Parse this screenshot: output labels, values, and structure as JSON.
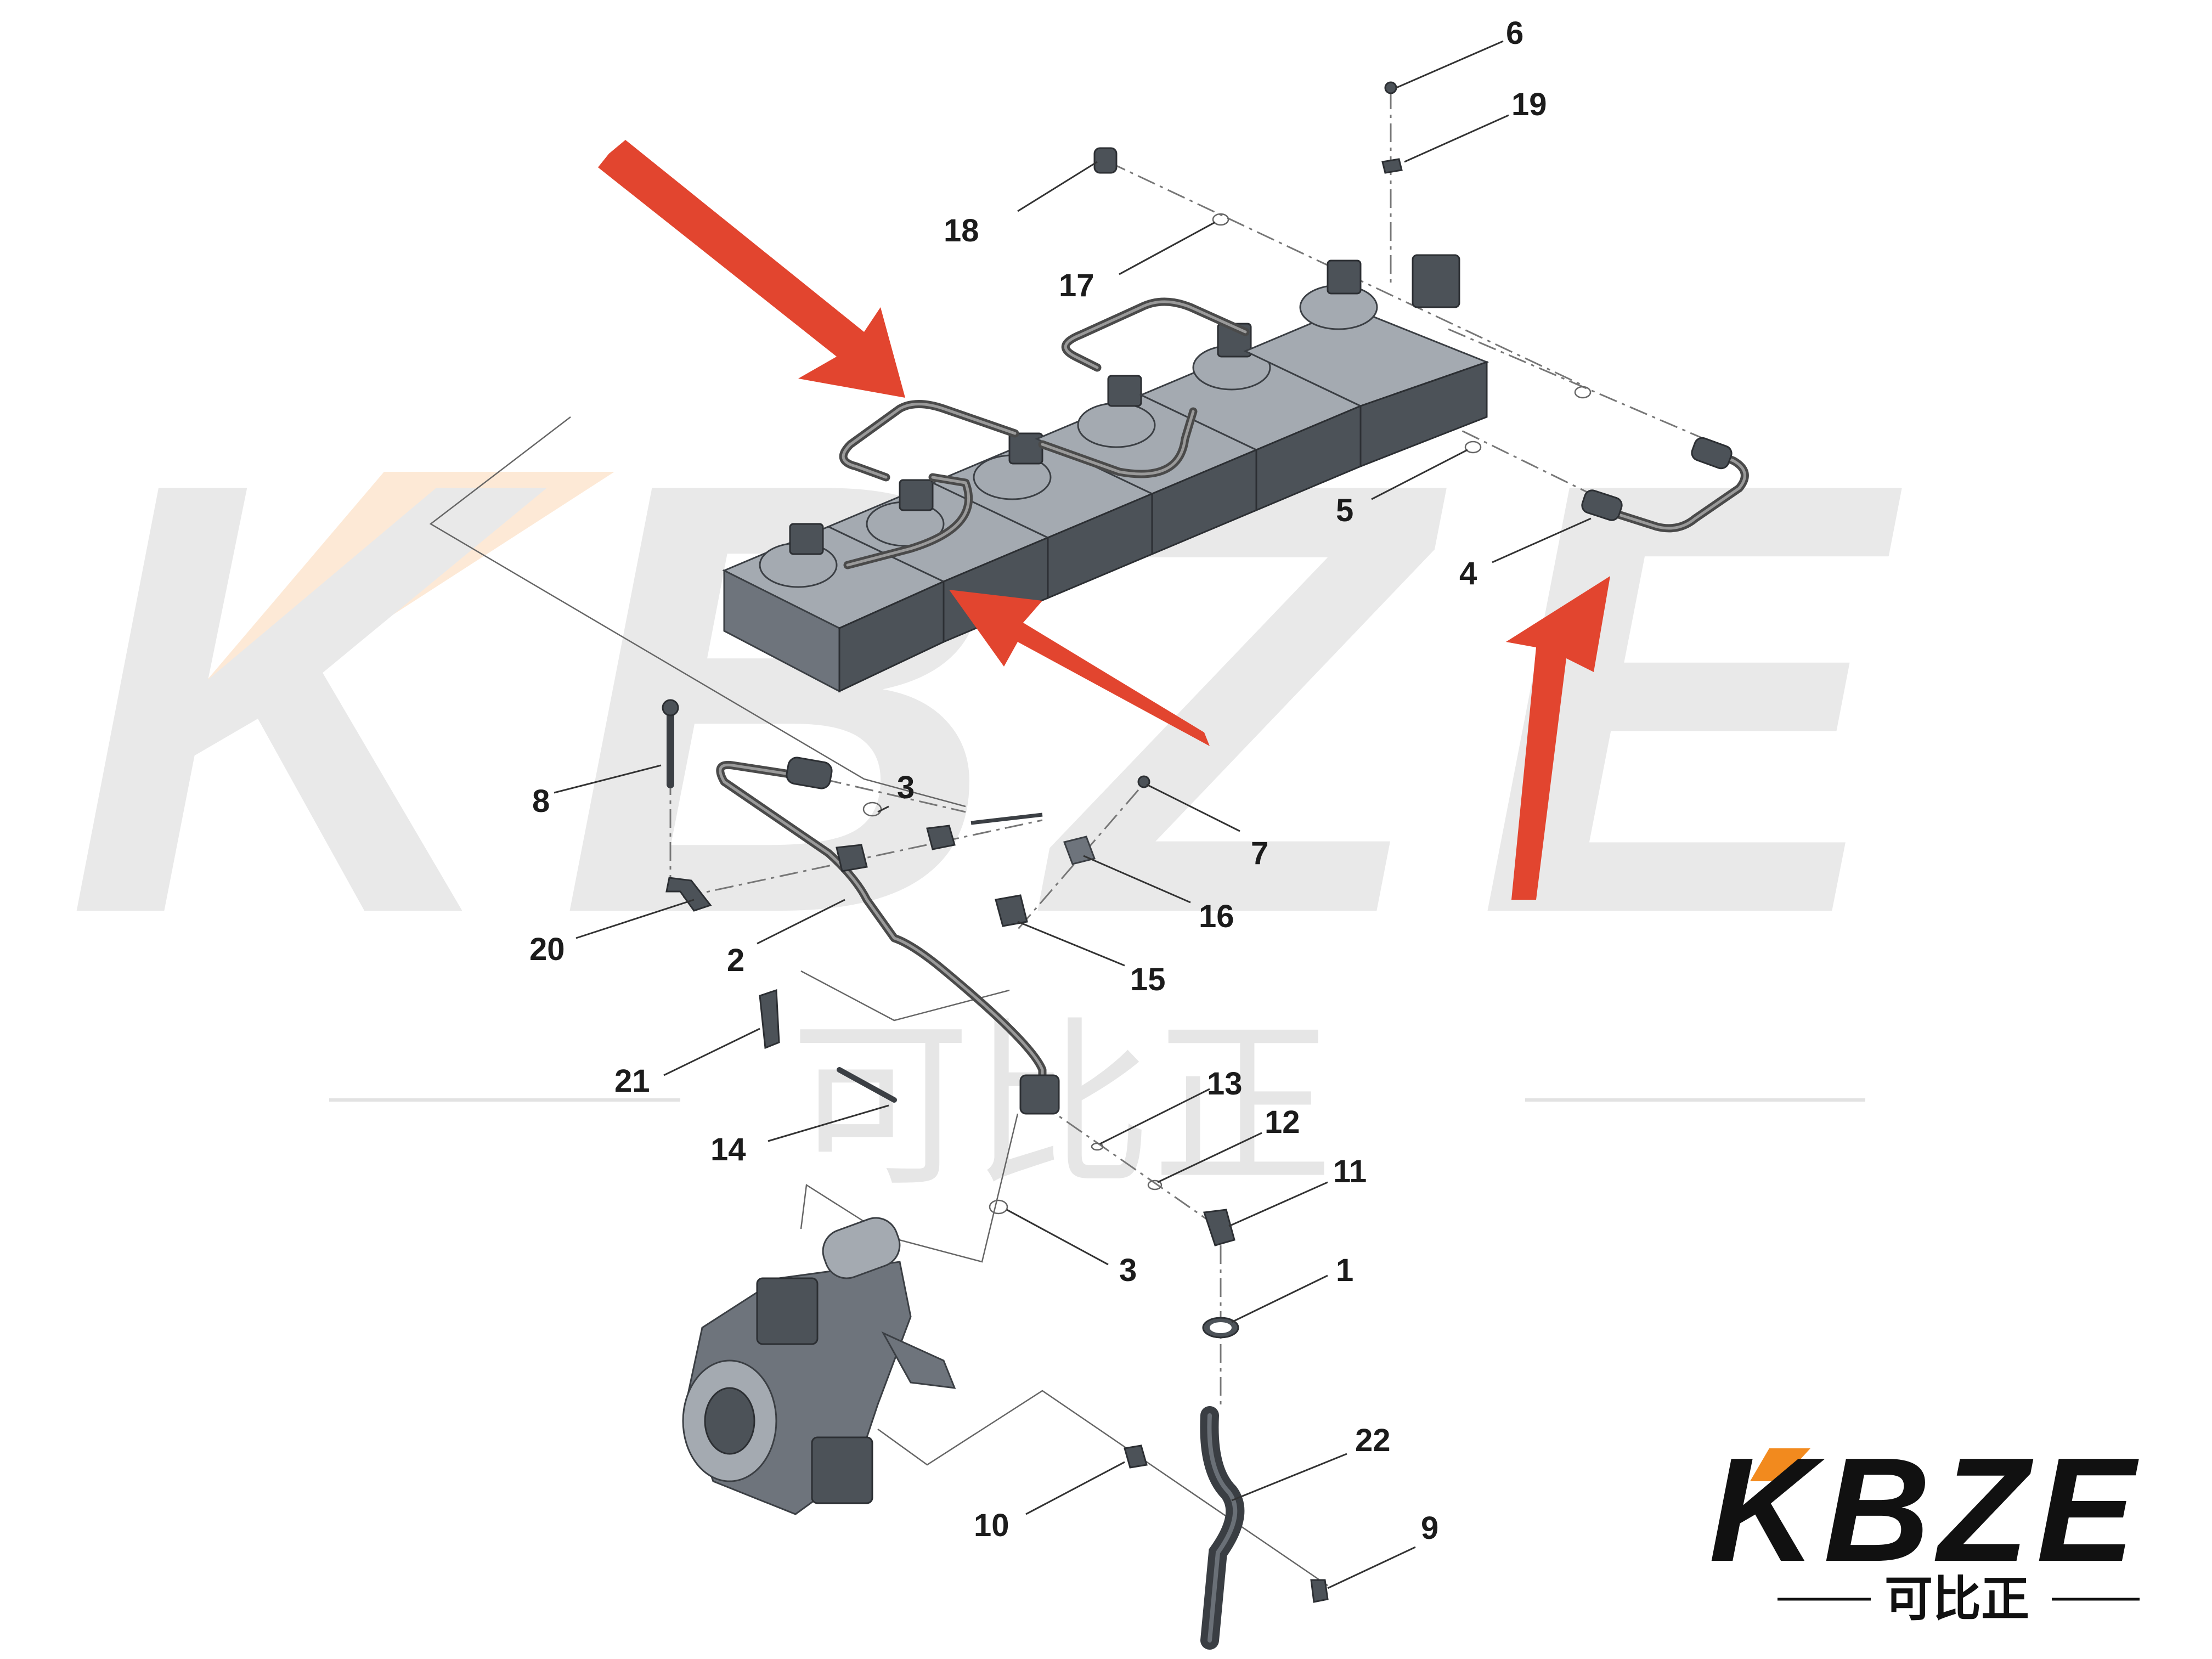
{
  "watermark": {
    "text": "KBZE",
    "subtitle": "可比正"
  },
  "logo": {
    "text": "KBZE",
    "subtitle": "可比正"
  },
  "callouts": {
    "c1": "1",
    "c2": "2",
    "c3a": "3",
    "c3b": "3",
    "c4": "4",
    "c5": "5",
    "c6": "6",
    "c7": "7",
    "c8": "8",
    "c9": "9",
    "c10": "10",
    "c11": "11",
    "c12": "12",
    "c13": "13",
    "c14": "14",
    "c15": "15",
    "c16": "16",
    "c17": "17",
    "c18": "18",
    "c19": "19",
    "c20": "20",
    "c21": "21",
    "c22": "22"
  },
  "colors": {
    "arrow": "#e2452f",
    "part": "#6e747c",
    "watermark": "#e9e9e9",
    "watermark_accent": "#fde9d6"
  }
}
